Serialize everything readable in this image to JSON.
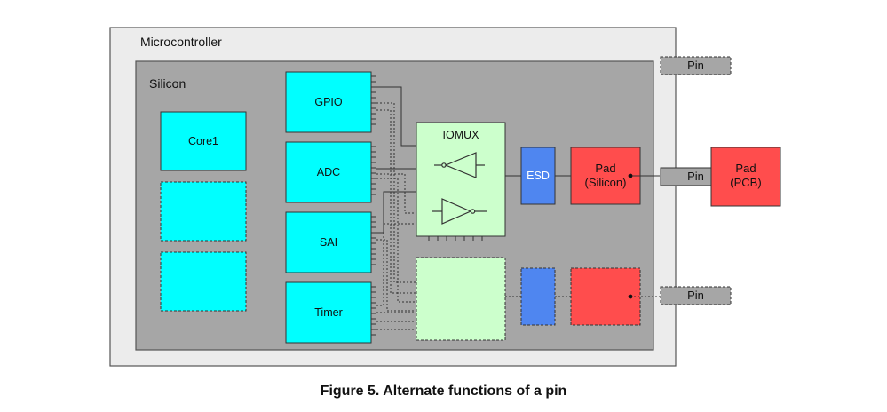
{
  "diagram": {
    "microcontroller_label": "Microcontroller",
    "silicon_label": "Silicon",
    "cores": [
      {
        "label": "Core1"
      },
      {
        "label": ""
      },
      {
        "label": ""
      }
    ],
    "peripherals": [
      {
        "label": "GPIO"
      },
      {
        "label": "ADC"
      },
      {
        "label": "SAI"
      },
      {
        "label": "Timer"
      }
    ],
    "iomux_label": "IOMUX",
    "esd_label": "ESD",
    "pad_silicon_label": "Pad\n(Silicon)",
    "pin_labels": [
      "Pin",
      "Pin",
      "Pin"
    ],
    "pad_pcb_label": "Pad\n(PCB)",
    "caption": "Figure 5. Alternate functions of a pin",
    "colors": {
      "outer_fill": "#ececec",
      "silicon_fill": "#a6a6a6",
      "cyan": "#00ffff",
      "iomux_green": "#ccffcc",
      "esd_blue": "#4f86f0",
      "pad_red": "#ff4d4d",
      "pin_gray": "#a6a6a6"
    }
  }
}
